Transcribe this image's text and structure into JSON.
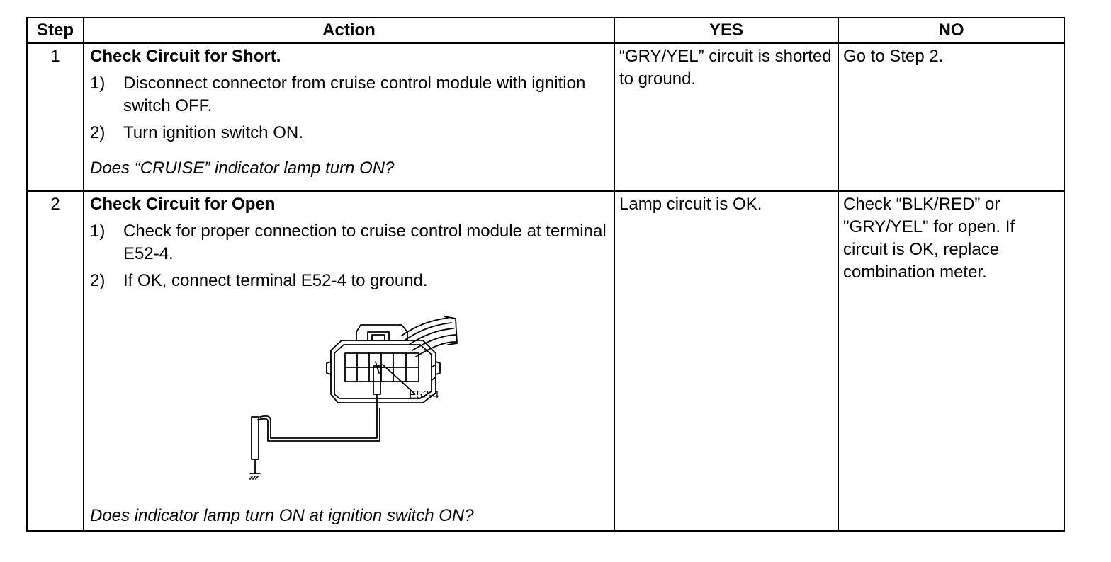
{
  "table": {
    "headers": {
      "step": "Step",
      "action": "Action",
      "yes": "YES",
      "no": "NO"
    },
    "rows": [
      {
        "step": "1",
        "title": "Check Circuit for Short.",
        "items": [
          {
            "num": "1)",
            "text": "Disconnect connector from cruise control module with ignition switch OFF."
          },
          {
            "num": "2)",
            "text": "Turn ignition switch ON."
          }
        ],
        "question": "Does “CRUISE” indicator lamp turn ON?",
        "yes": "“GRY/YEL” circuit is shorted to ground.",
        "no": "Go to Step 2."
      },
      {
        "step": "2",
        "title": "Check Circuit for Open",
        "items": [
          {
            "num": "1)",
            "text": "Check for proper connection to cruise control module at terminal E52-4."
          },
          {
            "num": "2)",
            "text": "If OK, connect terminal E52-4 to ground."
          }
        ],
        "figure_label": "E52-4",
        "question": "Does indicator lamp turn ON at ignition switch ON?",
        "yes": "Lamp circuit is OK.",
        "no": "Check “BLK/RED” or \"GRY/YEL\" for open. If circuit is OK, replace combination meter."
      }
    ]
  }
}
